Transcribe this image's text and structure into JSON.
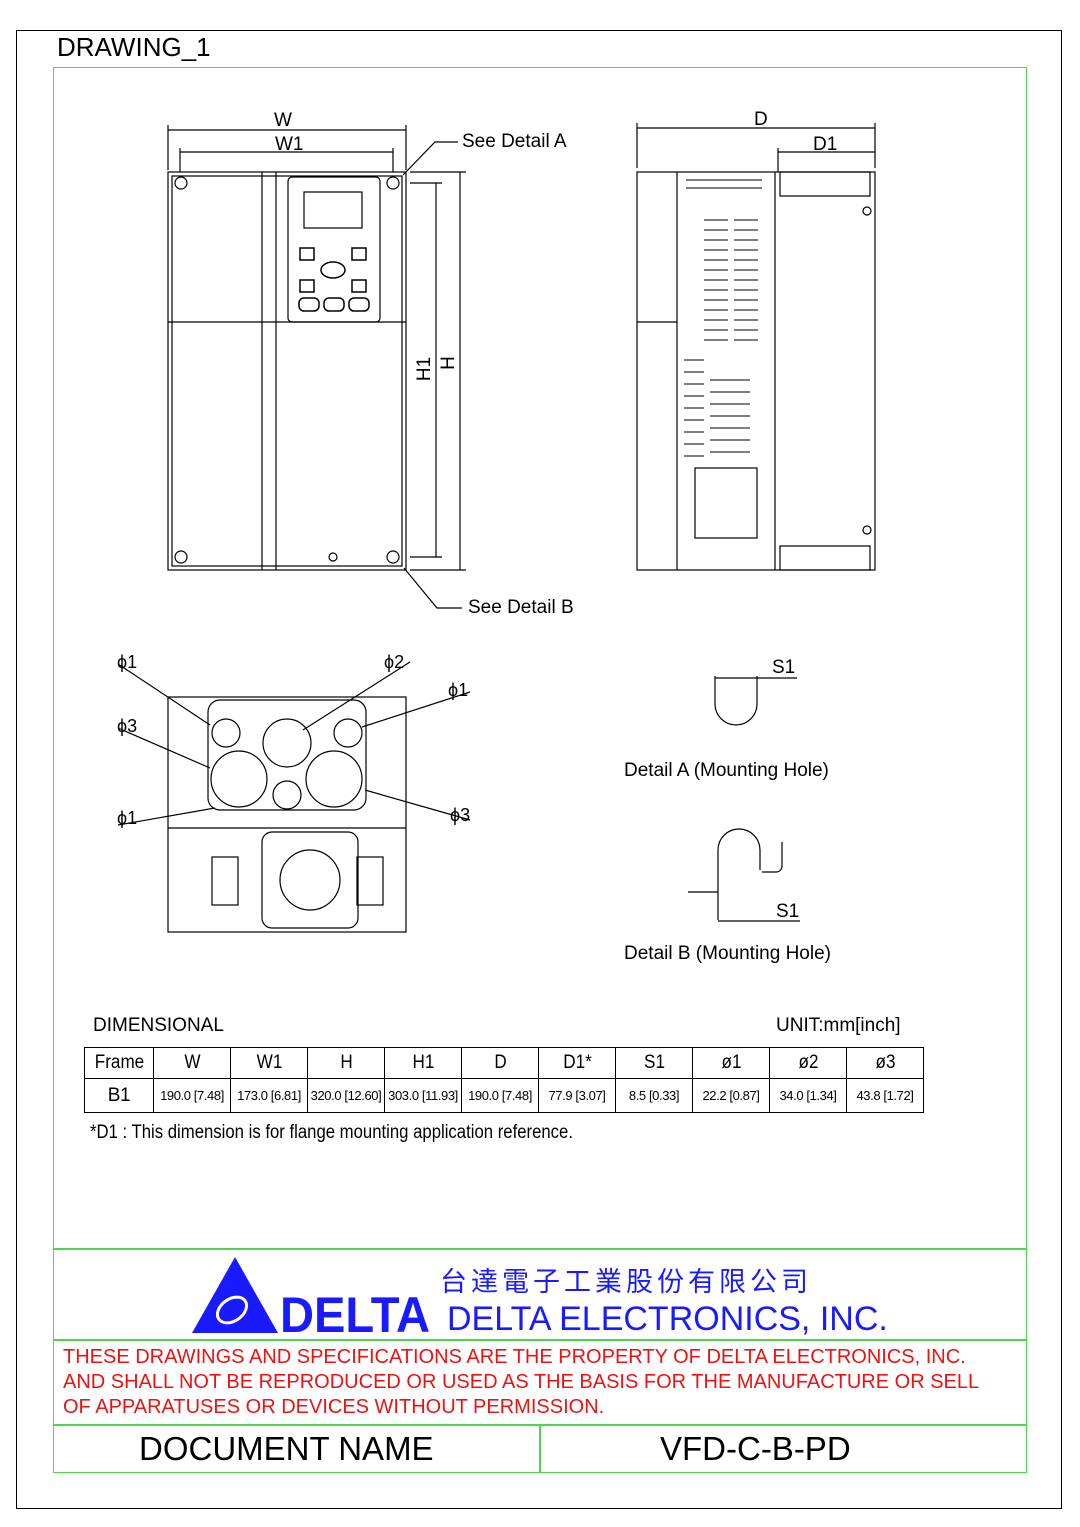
{
  "title": "DRAWING_1",
  "labels": {
    "W": "W",
    "W1": "W1",
    "D": "D",
    "D1": "D1",
    "H": "H",
    "H1": "H1",
    "see_a": "See Detail A",
    "see_b": "See Detail B",
    "phi1": "ϕ1",
    "phi2": "ϕ2",
    "phi3": "ϕ3",
    "S1": "S1",
    "detail_a": "Detail A (Mounting Hole)",
    "detail_b": "Detail B (Mounting Hole)"
  },
  "table": {
    "heading": "DIMENSIONAL",
    "unit": "UNIT:mm[inch]",
    "headers": [
      "Frame",
      "W",
      "W1",
      "H",
      "H1",
      "D",
      "D1*",
      "S1",
      "ø1",
      "ø2",
      "ø3"
    ],
    "row": [
      "B1",
      "190.0 [7.48]",
      "173.0 [6.81]",
      "320.0 [12.60]",
      "303.0 [11.93]",
      "190.0 [7.48]",
      "77.9 [3.07]",
      "8.5 [0.33]",
      "22.2 [0.87]",
      "34.0 [1.34]",
      "43.8 [1.72]"
    ],
    "note": "*D1 : This dimension is for flange mounting application reference."
  },
  "company": {
    "chinese": "台達電子工業股份有限公司",
    "english": "DELTA ELECTRONICS, INC.",
    "logo": "DELTA",
    "color": "#1a1aff"
  },
  "notice": [
    "THESE DRAWINGS AND SPECIFICATIONS ARE THE PROPERTY OF DELTA ELECTRONICS, INC.",
    "AND SHALL NOT BE REPRODUCED OR USED AS THE BASIS FOR THE MANUFACTURE OR SELL",
    "OF APPARATUSES OR DEVICES WITHOUT PERMISSION."
  ],
  "doc": {
    "label": "DOCUMENT NAME",
    "value": "VFD-C-B-PD"
  }
}
